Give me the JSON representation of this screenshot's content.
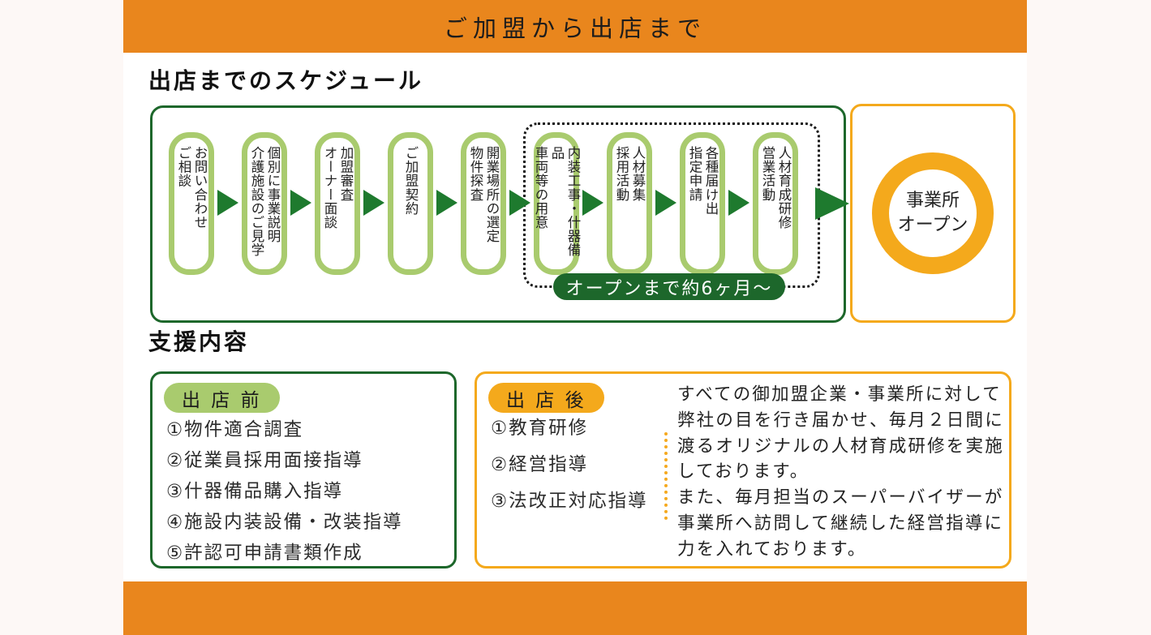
{
  "colors": {
    "header_orange": "#e9861d",
    "amber": "#f4a91c",
    "dark_green": "#1d672b",
    "arrow_green": "#1e7a2e",
    "light_green": "#a9cb6e",
    "page_background": "#fdf8f6"
  },
  "header": {
    "title": "ご加盟から出店まで"
  },
  "schedule": {
    "heading": "出店までのスケジュール",
    "steps": [
      "お問い合わせ\nご相談",
      "個別に事業説明\n介護施設のご見学",
      "加盟審査\nオーナー面談",
      "ご加盟契約",
      "開業場所の選定\n物件探査",
      "内装工事・什器備品\n車両等の用意",
      "人材募集\n採用活動",
      "各種届け出\n指定申請",
      "人材育成研修\n営業活動"
    ],
    "milestone_label": "オープンまで約6ヶ月〜",
    "goal": "事業所\nオープン"
  },
  "support": {
    "heading": "支援内容",
    "before": {
      "badge": "出 店 前",
      "items": [
        "①物件適合調査",
        "②従業員採用面接指導",
        "③什器備品購入指導",
        "④施設内装設備・改装指導",
        "⑤許認可申請書類作成"
      ]
    },
    "after": {
      "badge": "出 店 後",
      "items": [
        "①教育研修",
        "②経営指導",
        "③法改正対応指導"
      ],
      "description": "すべての御加盟企業・事業所に対して\n弊社の目を行き届かせ、毎月２日間に\n渡るオリジナルの人材育成研修を実施\nしております。\nまた、毎月担当のスーパーバイザーが\n事業所へ訪問して継続した経営指導に\n力を入れております。"
    }
  }
}
